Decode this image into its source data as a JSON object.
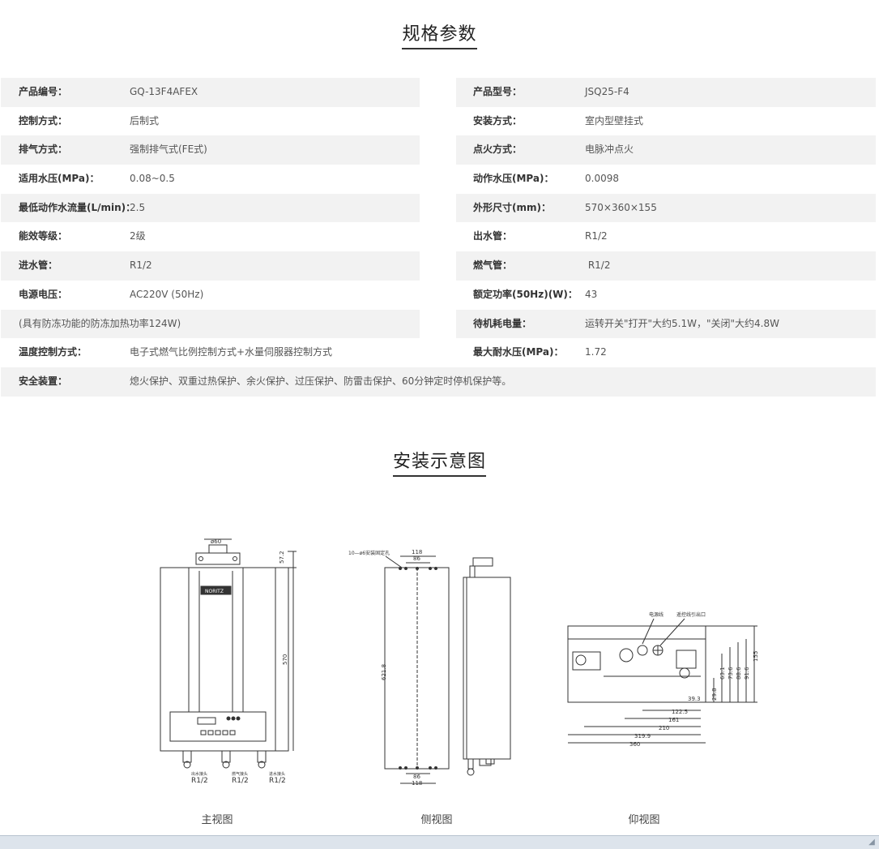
{
  "spec_title": "规格参数",
  "install_title": "安装示意图",
  "rows": [
    {
      "l_label": "产品编号：",
      "l_value": "GQ-13F4AFEX",
      "r_label": "产品型号：",
      "r_value": "JSQ25-F4"
    },
    {
      "l_label": "控制方式：",
      "l_value": "后制式",
      "r_label": "安装方式：",
      "r_value": "室内型壁挂式"
    },
    {
      "l_label": "排气方式：",
      "l_value": "强制排气式(FE式)",
      "r_label": "点火方式：",
      "r_value": "电脉冲点火"
    },
    {
      "l_label": "适用水压(MPa)：",
      "l_value": "0.08~0.5",
      "r_label": "动作水压(MPa)：",
      "r_value": "0.0098"
    },
    {
      "l_label": "最低动作水流量(L/min)：",
      "l_value": "2.5",
      "r_label": "外形尺寸(mm)：",
      "r_value": "570×360×155"
    },
    {
      "l_label": "能效等级：",
      "l_value": "2级",
      "r_label": "出水管：",
      "r_value": "R1/2"
    },
    {
      "l_label": "进水管：",
      "l_value": "R1/2",
      "r_label": "燃气管：",
      "r_value": " R1/2"
    },
    {
      "l_label": "电源电压：",
      "l_value": "AC220V (50Hz)",
      "r_label": "额定功率(50Hz)(W)：",
      "r_value": "43"
    },
    {
      "l_note": "(具有防冻功能的防冻加热功率124W)",
      "r_label": "待机耗电量：",
      "r_value": "运转开关\"打开\"大约5.1W，\"关闭\"大约4.8W"
    },
    {
      "l_label": "温度控制方式：",
      "l_value": "电子式燃气比例控制方式+水量伺服器控制方式",
      "r_label": "最大耐水压(MPa)：",
      "r_value": "1.72"
    },
    {
      "l_label": "安全装置：",
      "l_value": "熄火保护、双重过热保护、余火保护、过压保护、防雷击保护、60分钟定时停机保护等。"
    }
  ],
  "drawings": {
    "front": {
      "caption": "主视图",
      "brand": "NORITZ",
      "dim_top": "ø60",
      "dim_right_top": "57.2",
      "dim_height": "570",
      "fittings": [
        {
          "name": "出水接头",
          "size": "R1/2"
        },
        {
          "name": "燃气接头",
          "size": "R1/2"
        },
        {
          "name": "进水接头",
          "size": "R1/2"
        }
      ]
    },
    "side": {
      "caption": "侧视图",
      "note": "10—ø6安装固定孔",
      "dim_top_outer": "118",
      "dim_top_inner": "86",
      "dim_height": "621.8",
      "dim_bottom_inner": "86",
      "dim_bottom_outer": "118"
    },
    "bottom": {
      "caption": "仰视图",
      "label_power": "电源线",
      "label_remote": "遥控线引出口",
      "dims_h": [
        "39.3",
        "122.5",
        "161",
        "210",
        "319.9",
        "360"
      ],
      "dims_v": [
        "63.1",
        "73.6",
        "88.6",
        "91.6",
        "29.8",
        "155"
      ]
    }
  }
}
